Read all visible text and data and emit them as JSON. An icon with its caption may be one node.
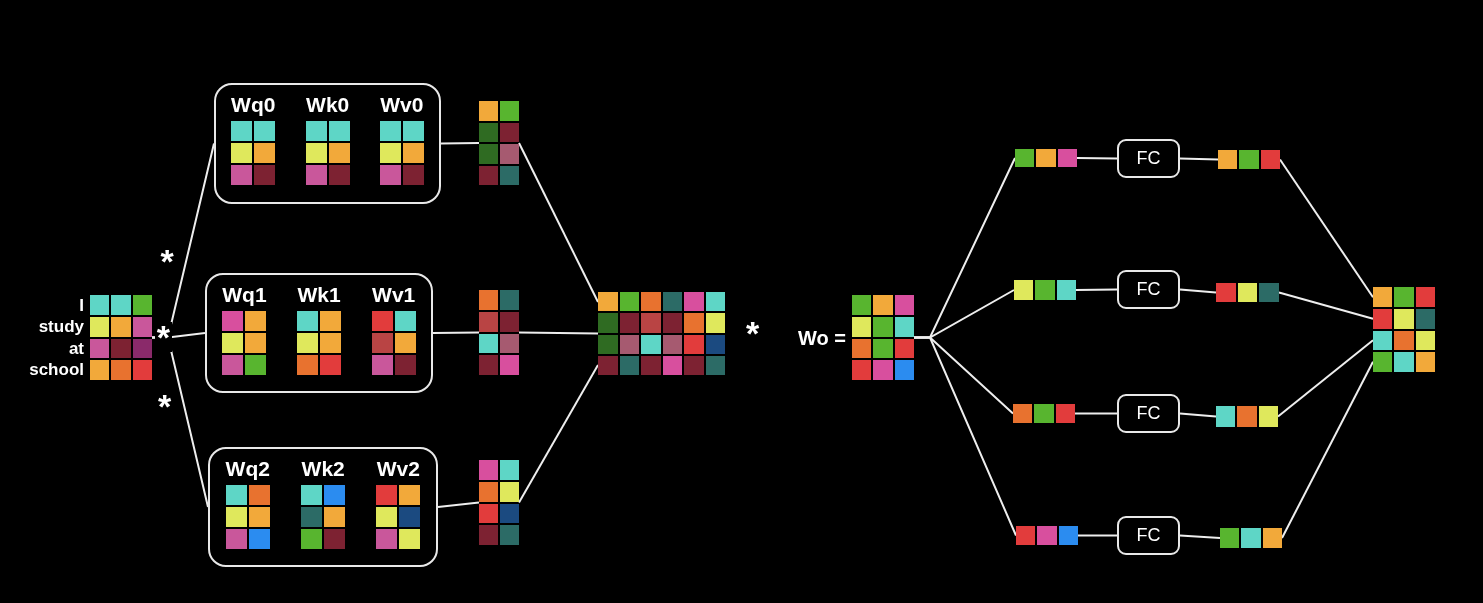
{
  "diagram": {
    "nodes": [
      {
        "text": [],
        "shape": "grid",
        "beside": [
          "I",
          "study",
          "at",
          "school"
        ]
      },
      {
        "text": [
          "Wq0",
          "Wk0",
          "Wv0"
        ]
      },
      {
        "text": [
          "Wq1",
          "Wk1",
          "Wv1"
        ]
      },
      {
        "text": [
          "Wq2",
          "Wk2",
          "Wv2"
        ]
      },
      {
        "text": [],
        "shape": "grid"
      },
      {
        "text": [],
        "shape": "grid"
      },
      {
        "text": [],
        "shape": "grid"
      },
      {
        "text": [],
        "shape": "grid"
      },
      {
        "text": [],
        "shape": "grid",
        "beside": [
          "Wo ="
        ]
      },
      {
        "text": [],
        "shape": "grid"
      },
      {
        "text": [
          "FC"
        ]
      },
      {
        "text": [],
        "shape": "grid"
      },
      {
        "text": [],
        "shape": "grid"
      },
      {
        "text": [
          "FC"
        ]
      },
      {
        "text": [],
        "shape": "grid"
      },
      {
        "text": [],
        "shape": "grid"
      },
      {
        "text": [
          "FC"
        ]
      },
      {
        "text": [],
        "shape": "grid"
      },
      {
        "text": [],
        "shape": "grid"
      },
      {
        "text": [
          "FC"
        ]
      },
      {
        "text": [],
        "shape": "grid"
      },
      {
        "text": [],
        "shape": "grid"
      }
    ],
    "edges": [
      {
        "from": 0,
        "to": 1,
        "arrow": "none",
        "label": "*"
      },
      {
        "from": 0,
        "to": 2,
        "arrow": "none",
        "label": "*"
      },
      {
        "from": 0,
        "to": 3,
        "arrow": "none",
        "label": "*"
      },
      {
        "from": 1,
        "to": 4,
        "arrow": "none"
      },
      {
        "from": 2,
        "to": 5,
        "arrow": "none"
      },
      {
        "from": 3,
        "to": 6,
        "arrow": "none"
      },
      {
        "from": 4,
        "to": 7,
        "arrow": "none"
      },
      {
        "from": 5,
        "to": 7,
        "arrow": "none"
      },
      {
        "from": 6,
        "to": 7,
        "arrow": "none"
      },
      {
        "from": 8,
        "to": 9,
        "arrow": "none"
      },
      {
        "from": 8,
        "to": 12,
        "arrow": "none"
      },
      {
        "from": 8,
        "to": 15,
        "arrow": "none"
      },
      {
        "from": 8,
        "to": 18,
        "arrow": "none"
      },
      {
        "from": 9,
        "to": 10,
        "arrow": "none"
      },
      {
        "from": 10,
        "to": 11,
        "arrow": "none"
      },
      {
        "from": 12,
        "to": 13,
        "arrow": "none"
      },
      {
        "from": 13,
        "to": 14,
        "arrow": "none"
      },
      {
        "from": 15,
        "to": 16,
        "arrow": "none"
      },
      {
        "from": 16,
        "to": 17,
        "arrow": "none"
      },
      {
        "from": 18,
        "to": 19,
        "arrow": "none"
      },
      {
        "from": 19,
        "to": 20,
        "arrow": "none"
      },
      {
        "from": 11,
        "to": 21,
        "arrow": "none"
      },
      {
        "from": 14,
        "to": 21,
        "arrow": "none"
      },
      {
        "from": 17,
        "to": 21,
        "arrow": "none"
      },
      {
        "from": 20,
        "to": 21,
        "arrow": "none"
      }
    ],
    "labels": [
      "*"
    ]
  }
}
